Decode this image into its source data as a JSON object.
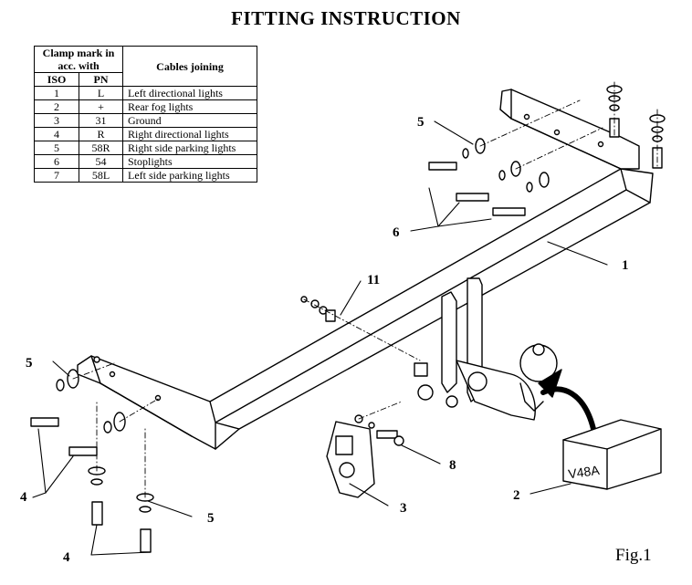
{
  "title": "FITTING INSTRUCTION",
  "table": {
    "header_clamp": "Clamp mark in acc. with",
    "header_cables": "Cables joining",
    "col_iso": "ISO",
    "col_pn": "PN",
    "rows": [
      {
        "iso": "1",
        "pn": "L",
        "cable": "Left directional lights"
      },
      {
        "iso": "2",
        "pn": "+",
        "cable": "Rear fog lights"
      },
      {
        "iso": "3",
        "pn": "31",
        "cable": "Ground"
      },
      {
        "iso": "4",
        "pn": "R",
        "cable": "Right directional lights"
      },
      {
        "iso": "5",
        "pn": "58R",
        "cable": "Right side parking lights"
      },
      {
        "iso": "6",
        "pn": "54",
        "cable": "Stoplights"
      },
      {
        "iso": "7",
        "pn": "58L",
        "cable": "Left side parking lights"
      }
    ]
  },
  "callouts": {
    "c1": "1",
    "c2": "2",
    "c3": "3",
    "c4a": "4",
    "c4b": "4",
    "c5a": "5",
    "c5b": "5",
    "c5c": "5",
    "c6": "6",
    "c8": "8",
    "c11": "11"
  },
  "box_label": "V48A",
  "figure_label": "Fig.1"
}
